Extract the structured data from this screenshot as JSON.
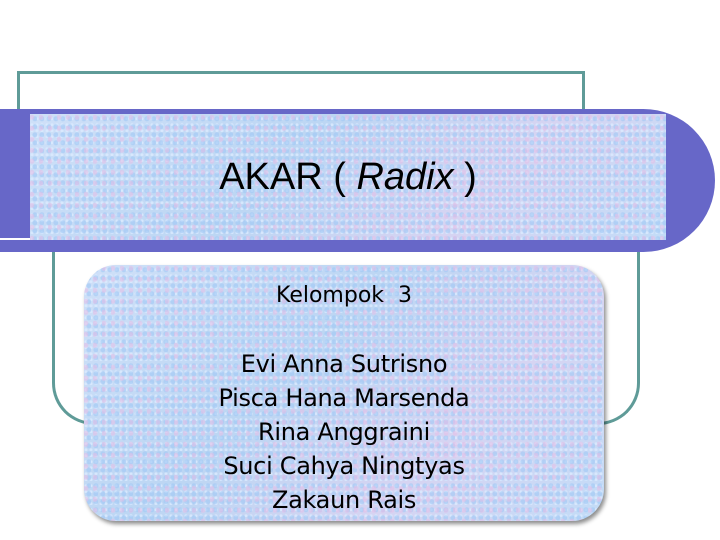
{
  "slide": {
    "title_prefix": "AKAR ( ",
    "title_italic": "Radix",
    "title_suffix": " )",
    "group_label": "Kelompok  3",
    "members": [
      "Evi Anna Sutrisno",
      "Pisca Hana Marsenda",
      "Rina Anggraini",
      "Suci Cahya Ningtyas",
      "Zakaun Rais"
    ]
  },
  "colors": {
    "band": "#6767c8",
    "frame": "#5f9b98",
    "texture": "#c4dcf6"
  }
}
